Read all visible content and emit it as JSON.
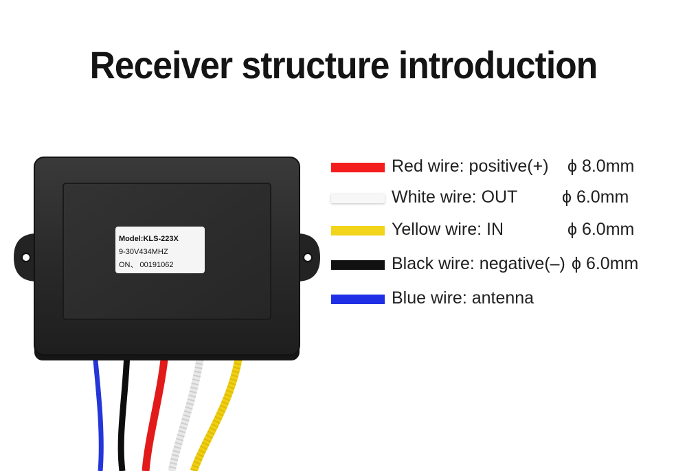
{
  "title": "Receiver structure introduction",
  "device_label": {
    "line1": "Model:KLS-223X",
    "line2": "9-30V434MHZ",
    "line3": "ON、 00191062"
  },
  "legend": [
    {
      "color": "#f41d1d",
      "label": "Red wire: positive(+)",
      "diameter": "ϕ 8.0mm"
    },
    {
      "color": "#f7f7f7",
      "label": "White wire: OUT",
      "diameter": "ϕ 6.0mm"
    },
    {
      "color": "#f2d51a",
      "label": "Yellow wire: IN",
      "diameter": "ϕ 6.0mm"
    },
    {
      "color": "#111111",
      "label": "Black wire: negative(–)",
      "diameter": "ϕ 6.0mm"
    },
    {
      "color": "#1f2fe6",
      "label": "Blue wire: antenna",
      "diameter": ""
    }
  ]
}
